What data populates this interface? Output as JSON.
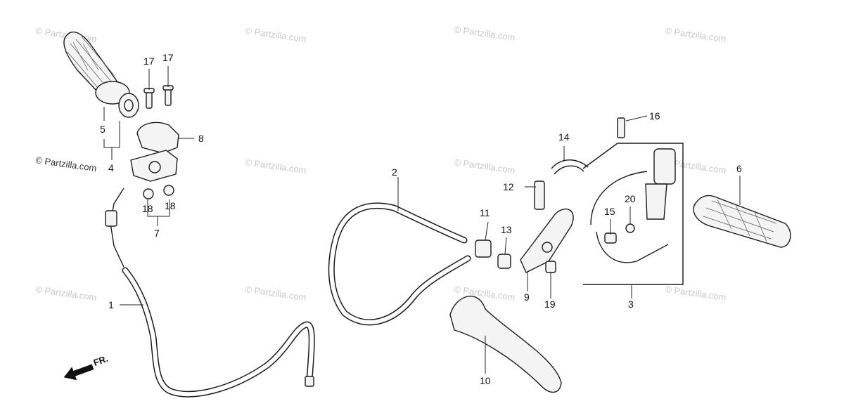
{
  "watermark": {
    "text": "© Partzilla.com",
    "prominent_text": "© Partzilla.com"
  },
  "direction_label": "FR.",
  "callouts": {
    "c1": "1",
    "c2": "2",
    "c3": "3",
    "c4": "4",
    "c5": "5",
    "c6": "6",
    "c7": "7",
    "c8": "8",
    "c9": "9",
    "c10": "10",
    "c11": "11",
    "c12": "12",
    "c13": "13",
    "c14": "14",
    "c15": "15",
    "c16": "16",
    "c17a": "17",
    "c17b": "17",
    "c18a": "18",
    "c18b": "18",
    "c19": "19",
    "c20": "20"
  }
}
